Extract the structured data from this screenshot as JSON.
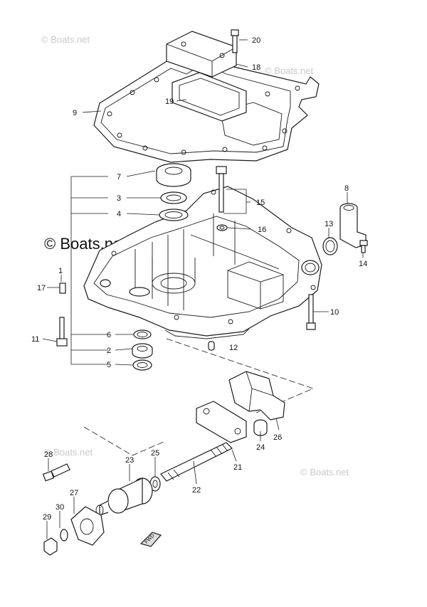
{
  "watermark": {
    "text": "© Boats.net",
    "color": "#c9c9c9",
    "prominent_color": "#111111"
  },
  "callouts": {
    "p1": "1",
    "p2": "2",
    "p3": "3",
    "p4": "4",
    "p5": "5",
    "p6": "6",
    "p7": "7",
    "p8": "8",
    "p9": "9",
    "p10": "10",
    "p11": "11",
    "p12": "12",
    "p13": "13",
    "p14": "14",
    "p15": "15",
    "p16": "16",
    "p17": "17",
    "p18": "18",
    "p19": "19",
    "p20": "20",
    "p21": "21",
    "p22": "22",
    "p23": "23",
    "p24": "24",
    "p25": "25",
    "p26": "26",
    "p27": "27",
    "p28": "28",
    "p29": "29",
    "p30": "30"
  },
  "fwd_label": "FWD"
}
